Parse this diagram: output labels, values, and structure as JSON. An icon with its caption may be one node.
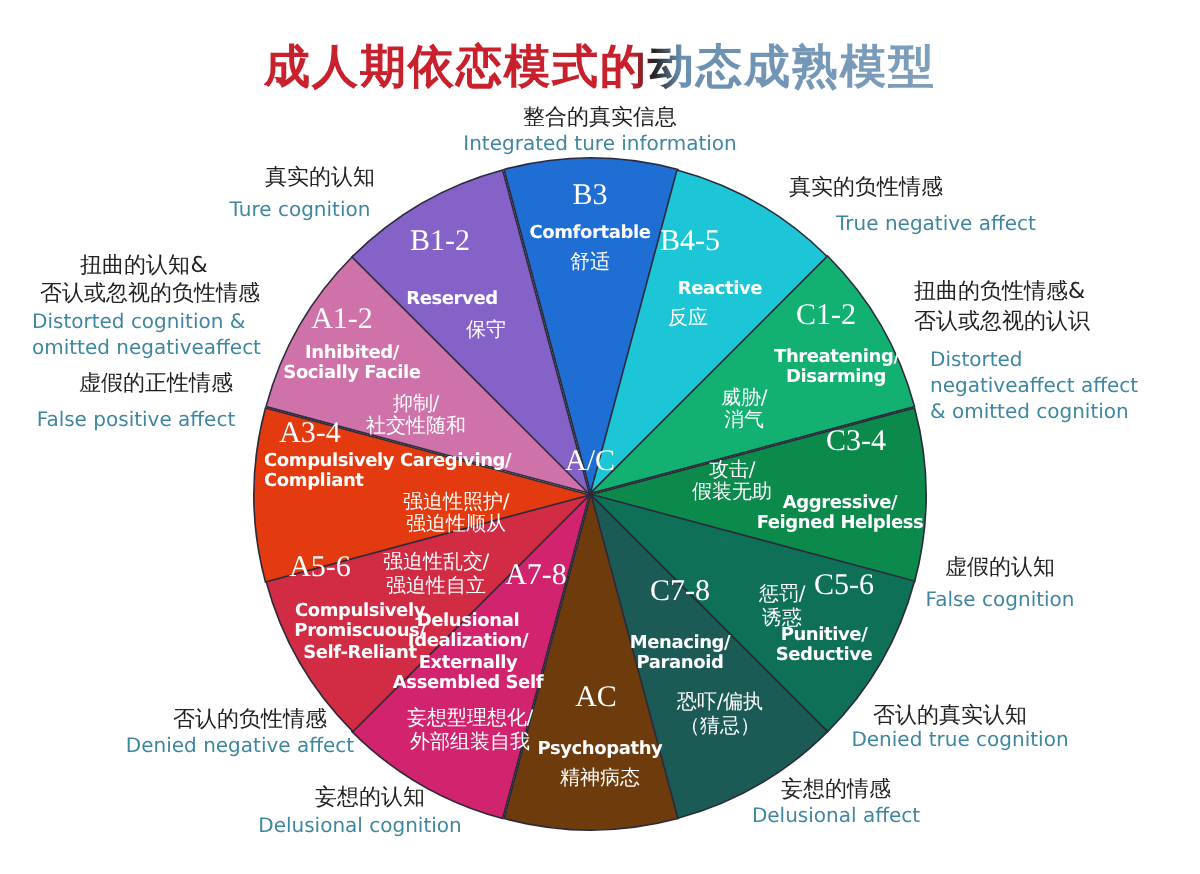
{
  "diagram": {
    "title": "成人期依恋模式的动态成熟模型",
    "nodes": [
      {
        "text": [
          "B3",
          "Comfortable",
          "舒适"
        ]
      },
      {
        "text": [
          "B4-5",
          "Reactive",
          "反应"
        ]
      },
      {
        "text": [
          "C1-2",
          "Threatening/ Disarming",
          "威胁/ 消气"
        ]
      },
      {
        "text": [
          "C3-4",
          "攻击/ 假装无助",
          "Aggressive/ Feigned Helpless"
        ]
      },
      {
        "text": [
          "C5-6",
          "惩罚/ 诱惑",
          "Punitive/ Seductive"
        ]
      },
      {
        "text": [
          "C7-8",
          "Menacing/ Paranoid",
          "恐吓/偏执（猜忌）"
        ]
      },
      {
        "text": [
          "AC",
          "Psychopathy",
          "精神病态"
        ]
      },
      {
        "text": [
          "A7-8",
          "Delusional Idealization/ Externally Assembled Self",
          "妄想型理想化/ 外部组装自我"
        ]
      },
      {
        "text": [
          "A5-6",
          "强迫性乱交/ 强迫性自立",
          "Compulsively Promiscuous/ Self-Reliant"
        ]
      },
      {
        "text": [
          "A3-4",
          "Compulsively Caregiving/ Compliant",
          "强迫性照护/ 强迫性顺从"
        ]
      },
      {
        "text": [
          "A1-2",
          "Inhibited/ Socially Facile",
          "抑制/ 社交性随和"
        ]
      },
      {
        "text": [
          "B1-2",
          "Reserved",
          "保守"
        ]
      }
    ],
    "labels": [
      "整合的真实信息",
      "Integrated ture information",
      "真实的认知",
      "Ture cognition",
      "真实的负性情感",
      "True negative affect",
      "扭曲的认知&",
      "否认或忽视的负性情感",
      "Distorted cognition & omitted negativeaffect",
      "虚假的正性情感",
      "False positive affect",
      "扭曲的负性情感&",
      "否认或忽视的认识",
      "Distorted negativeaffect affect & omitted cognition",
      "A/C",
      "虚假的认知",
      "False cognition",
      "否认的负性情感",
      "Denied negative affect",
      "否认的真实认知",
      "Denied true cognition",
      "妄想的认知",
      "Delusional cognition",
      "妄想的情感",
      "Delusional affect"
    ]
  }
}
